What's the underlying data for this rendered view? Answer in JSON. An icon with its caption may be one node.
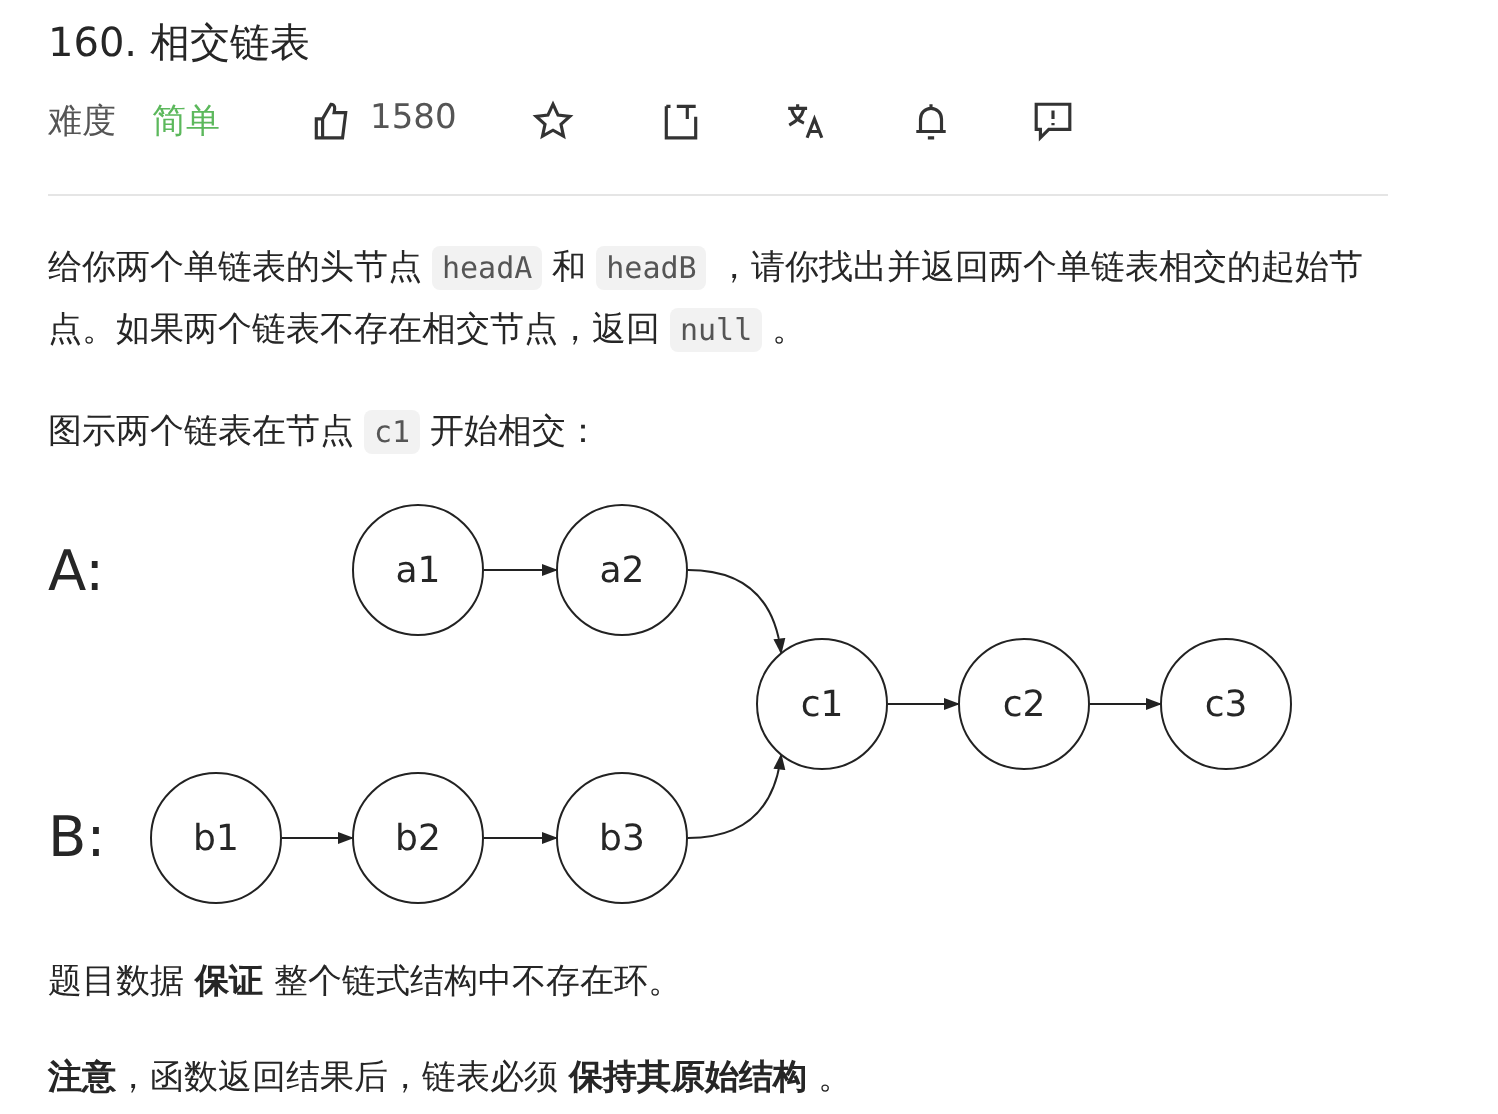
{
  "diagram": {
    "title": "160. 相交链表",
    "nodes": [
      {
        "text": [
          "a1"
        ]
      },
      {
        "text": [
          "a2"
        ]
      },
      {
        "text": [
          "c1"
        ]
      },
      {
        "text": [
          "c2"
        ]
      },
      {
        "text": [
          "c3"
        ]
      },
      {
        "text": [
          "b1"
        ]
      },
      {
        "text": [
          "b2"
        ]
      },
      {
        "text": [
          "b3"
        ]
      }
    ],
    "edges": [
      {
        "from": 0,
        "to": 1,
        "arrow": "to"
      },
      {
        "from": 1,
        "to": 2,
        "arrow": "to"
      },
      {
        "from": 2,
        "to": 3,
        "arrow": "to"
      },
      {
        "from": 3,
        "to": 4,
        "arrow": "to"
      },
      {
        "from": 5,
        "to": 6,
        "arrow": "to"
      },
      {
        "from": 6,
        "to": 7,
        "arrow": "to"
      },
      {
        "from": 7,
        "to": 2,
        "arrow": "to"
      }
    ],
    "labels": [
      "难度",
      "简单",
      "1580",
      "给你两个单链表的头节点",
      "headA",
      "和",
      "headB",
      "，请你找出并返回两个单链表相交的起始节点。如果两个链表不存在相交节点，返回",
      "null",
      "。",
      "图示两个链表在节点",
      "c1",
      "开始相交：",
      "A:",
      "B:",
      "题目数据 **保证** 整个链式结构中不存在环。",
      "**注意**，函数返回结果后，链表必须 **保持其原始结构** 。"
    ]
  }
}
